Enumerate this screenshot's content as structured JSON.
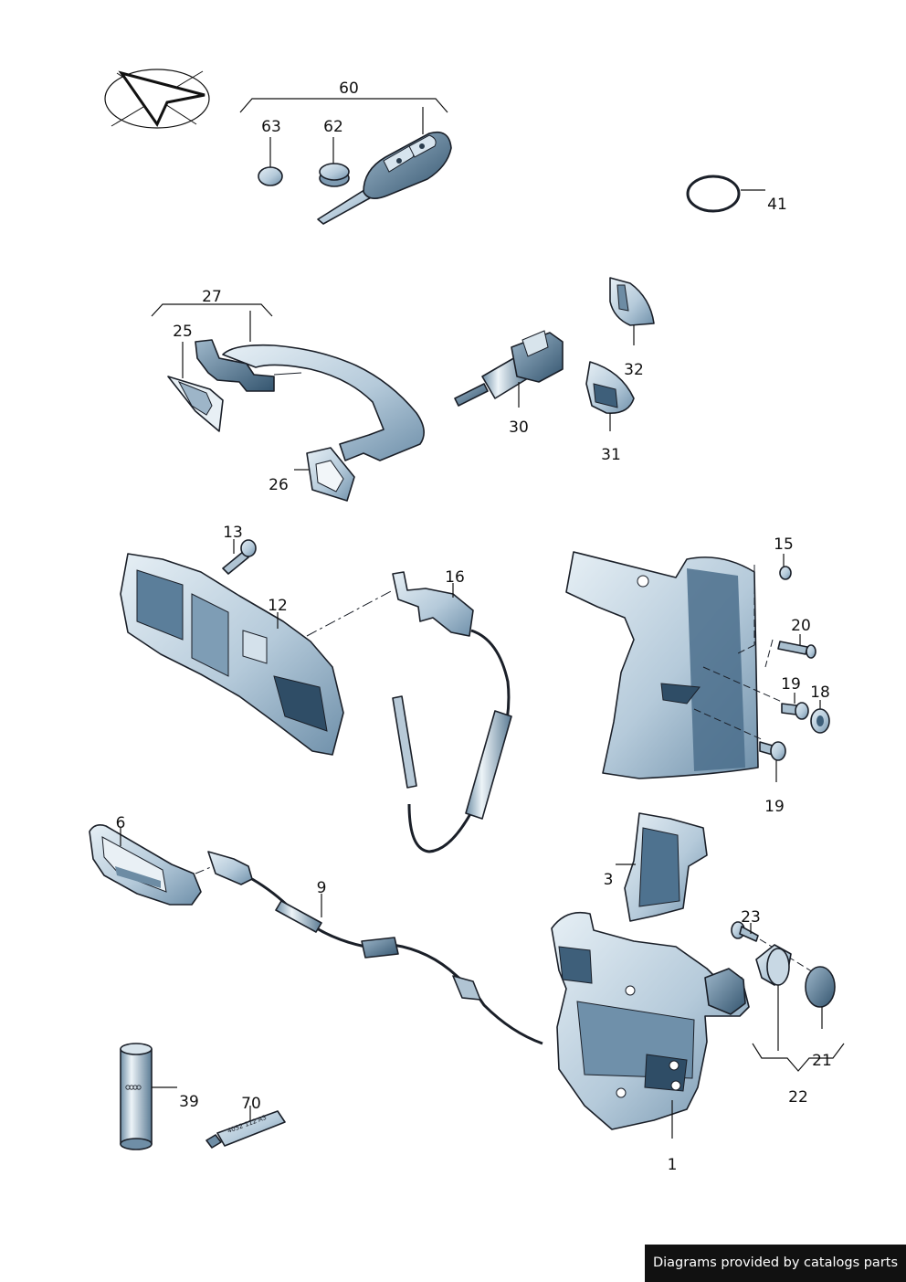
{
  "labels": {
    "l60": "60",
    "l63": "63",
    "l62": "62",
    "l41": "41",
    "l27": "27",
    "l25": "25",
    "l26": "26",
    "l30": "30",
    "l32": "32",
    "l31": "31",
    "l13": "13",
    "l12": "12",
    "l16": "16",
    "l15": "15",
    "l20": "20",
    "l19a": "19",
    "l18": "18",
    "l19b": "19",
    "l6": "6",
    "l9": "9",
    "l3": "3",
    "l23": "23",
    "l21": "21",
    "l22": "22",
    "l39": "39",
    "l70": "70",
    "l1": "1"
  },
  "tube_print": "4052 112 A3",
  "credit": "Diagrams provided by catalogs parts",
  "colors": {
    "part_fill": "#c8d8e4",
    "part_dark": "#3e5f7a",
    "outline": "#1a1f28"
  }
}
